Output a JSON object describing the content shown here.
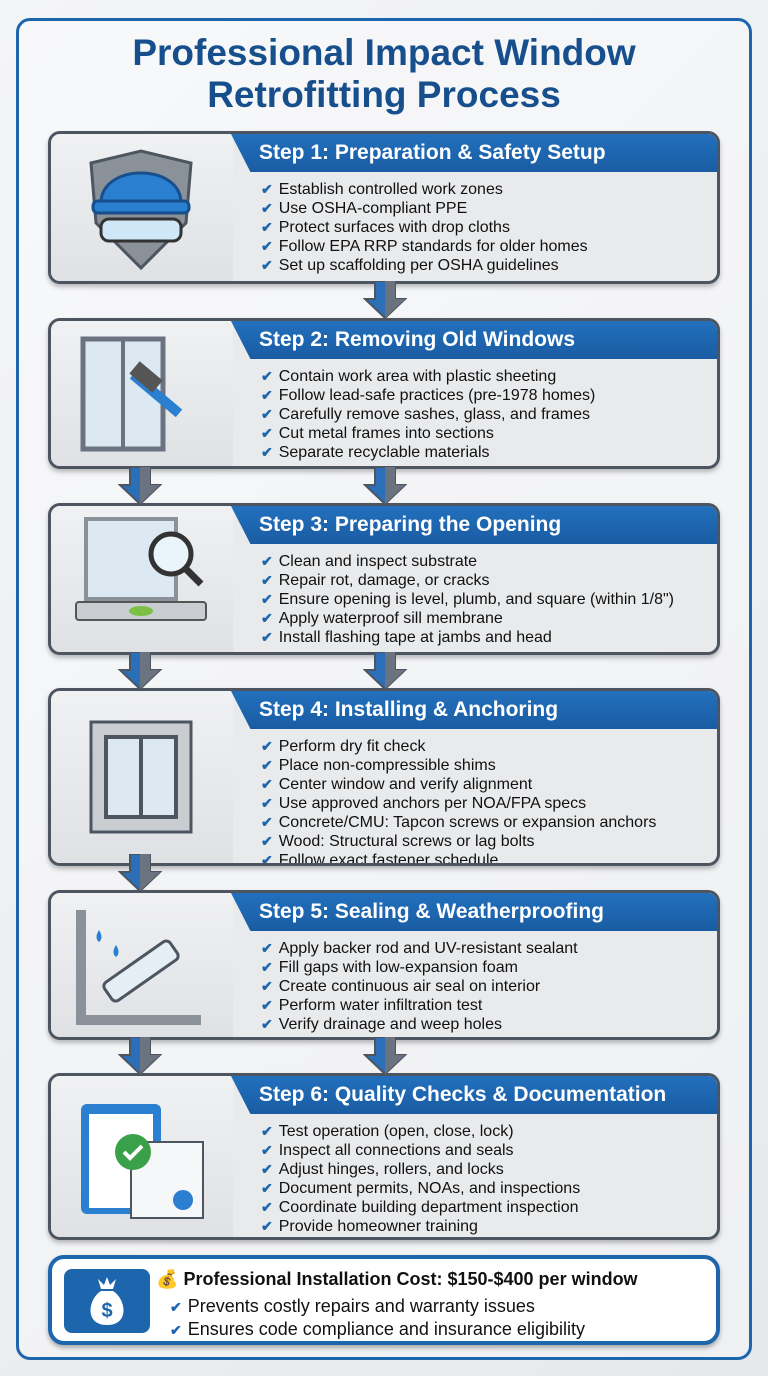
{
  "title": {
    "line1": "Professional Impact Window",
    "line2": "Retrofitting Process"
  },
  "colors": {
    "accent": "#1d66ad",
    "title": "#174f8c",
    "card_border": "#4d5560"
  },
  "check_icon": "✔",
  "steps": [
    {
      "icon": "hard-hat-goggles-shield-icon",
      "title": "Step 1: Preparation & Safety Setup",
      "items": [
        "Establish controlled work zones",
        "Use OSHA-compliant PPE",
        "Protect surfaces with drop cloths",
        "Follow EPA RRP standards for older homes",
        "Set up scaffolding per OSHA guidelines"
      ]
    },
    {
      "icon": "window-hammer-icon",
      "title": "Step 2: Removing Old Windows",
      "items": [
        "Contain work area with plastic sheeting",
        "Follow lead-safe practices (pre-1978 homes)",
        "Carefully remove sashes, glass, and frames",
        "Cut metal frames into sections",
        "Separate recyclable materials"
      ]
    },
    {
      "icon": "level-magnifier-icon",
      "title": "Step 3: Preparing the Opening",
      "items": [
        "Clean and inspect substrate",
        "Repair rot, damage, or cracks",
        "Ensure opening is level, plumb, and square (within 1/8\")",
        "Apply waterproof sill membrane",
        "Install flashing tape at jambs and head"
      ]
    },
    {
      "icon": "window-anchors-icon",
      "title": "Step 4: Installing & Anchoring",
      "items": [
        "Perform dry fit check",
        "Place non-compressible shims",
        "Center window and verify alignment",
        "Use approved anchors per NOA/FPA specs",
        "Concrete/CMU: Tapcon screws or expansion anchors",
        "Wood: Structural screws or lag bolts",
        "Follow exact fastener schedule"
      ]
    },
    {
      "icon": "caulk-gun-icon",
      "title": "Step 5: Sealing & Weatherproofing",
      "items": [
        "Apply backer rod and UV-resistant sealant",
        "Fill gaps with low-expansion foam",
        "Create continuous air seal on interior",
        "Perform water infiltration test",
        "Verify drainage and weep holes"
      ]
    },
    {
      "icon": "clipboard-certificate-icon",
      "title": "Step 6: Quality Checks & Documentation",
      "items": [
        "Test operation (open, close, lock)",
        "Inspect all connections and seals",
        "Adjust hinges, rollers, and locks",
        "Document permits, NOAs, and inspections",
        "Coordinate building department inspection",
        "Provide homeowner training"
      ]
    }
  ],
  "cost": {
    "emoji": "💰",
    "title": "Professional Installation Cost: $150-$400 per window",
    "items": [
      "Prevents costly repairs and warranty issues",
      "Ensures code compliance and insurance eligibility"
    ]
  }
}
